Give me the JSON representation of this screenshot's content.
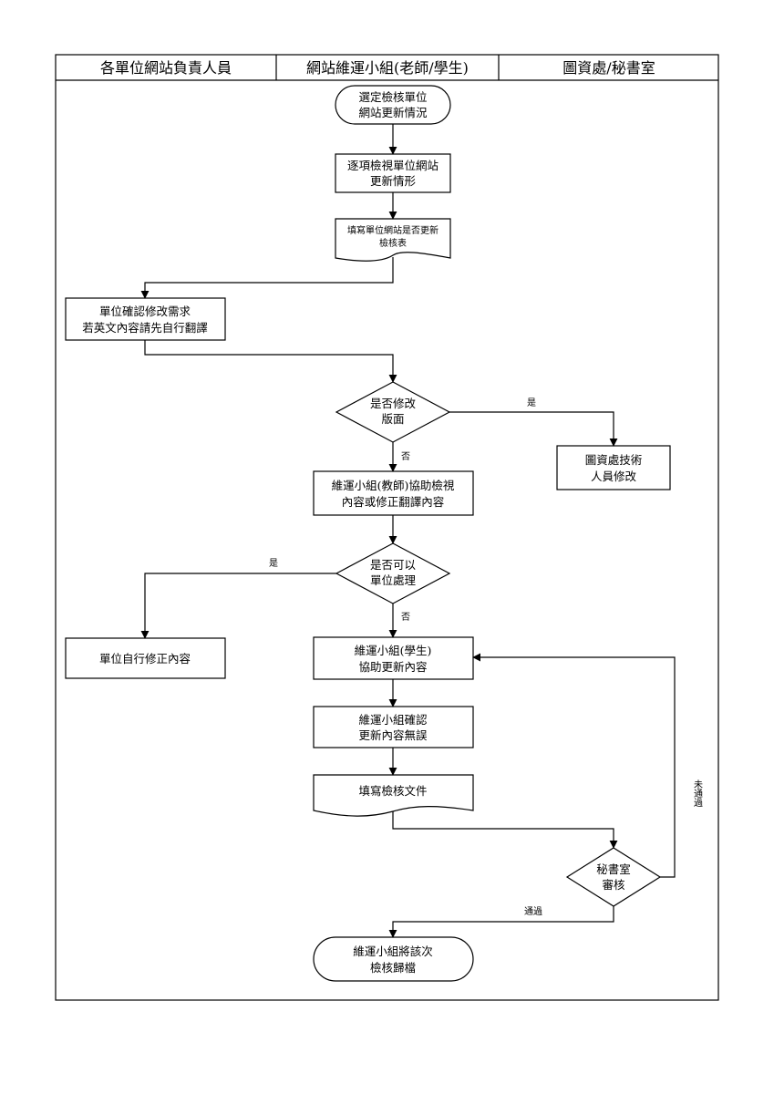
{
  "lanes": [
    "各單位網站負責人員",
    "網站維運小組(老師/學生)",
    "圖資處/秘書室"
  ],
  "nodes": {
    "start": [
      "選定檢核單位",
      "網站更新情況"
    ],
    "review": [
      "逐項檢視單位網站",
      "更新情形"
    ],
    "fill_form": [
      "填寫單位網站是否更新",
      "檢核表"
    ],
    "confirm": [
      "單位確認修改需求",
      "若英文內容請先自行翻譯"
    ],
    "decision_layout": [
      "是否修改",
      "版面"
    ],
    "tech": [
      "圖資處技術",
      "人員修改"
    ],
    "teacher_assist": [
      "維運小組(教師)協助檢視",
      "內容或修正翻譯內容"
    ],
    "decision_unit": [
      "是否可以",
      "單位處理"
    ],
    "self_fix": [
      "單位自行修正內容"
    ],
    "student_update": [
      "維運小組(學生)",
      "協助更新內容"
    ],
    "verify": [
      "維運小組確認",
      "更新內容無誤"
    ],
    "fill_doc": [
      "填寫檢核文件"
    ],
    "secretariat": [
      "秘書室",
      "審核"
    ],
    "archive": [
      "維運小組將該次",
      "檢核歸檔"
    ]
  },
  "edge_labels": {
    "layout_yes": "是",
    "layout_no": "否",
    "unit_yes": "是",
    "unit_no": "否",
    "pass": "通過",
    "fail": "未通過"
  }
}
